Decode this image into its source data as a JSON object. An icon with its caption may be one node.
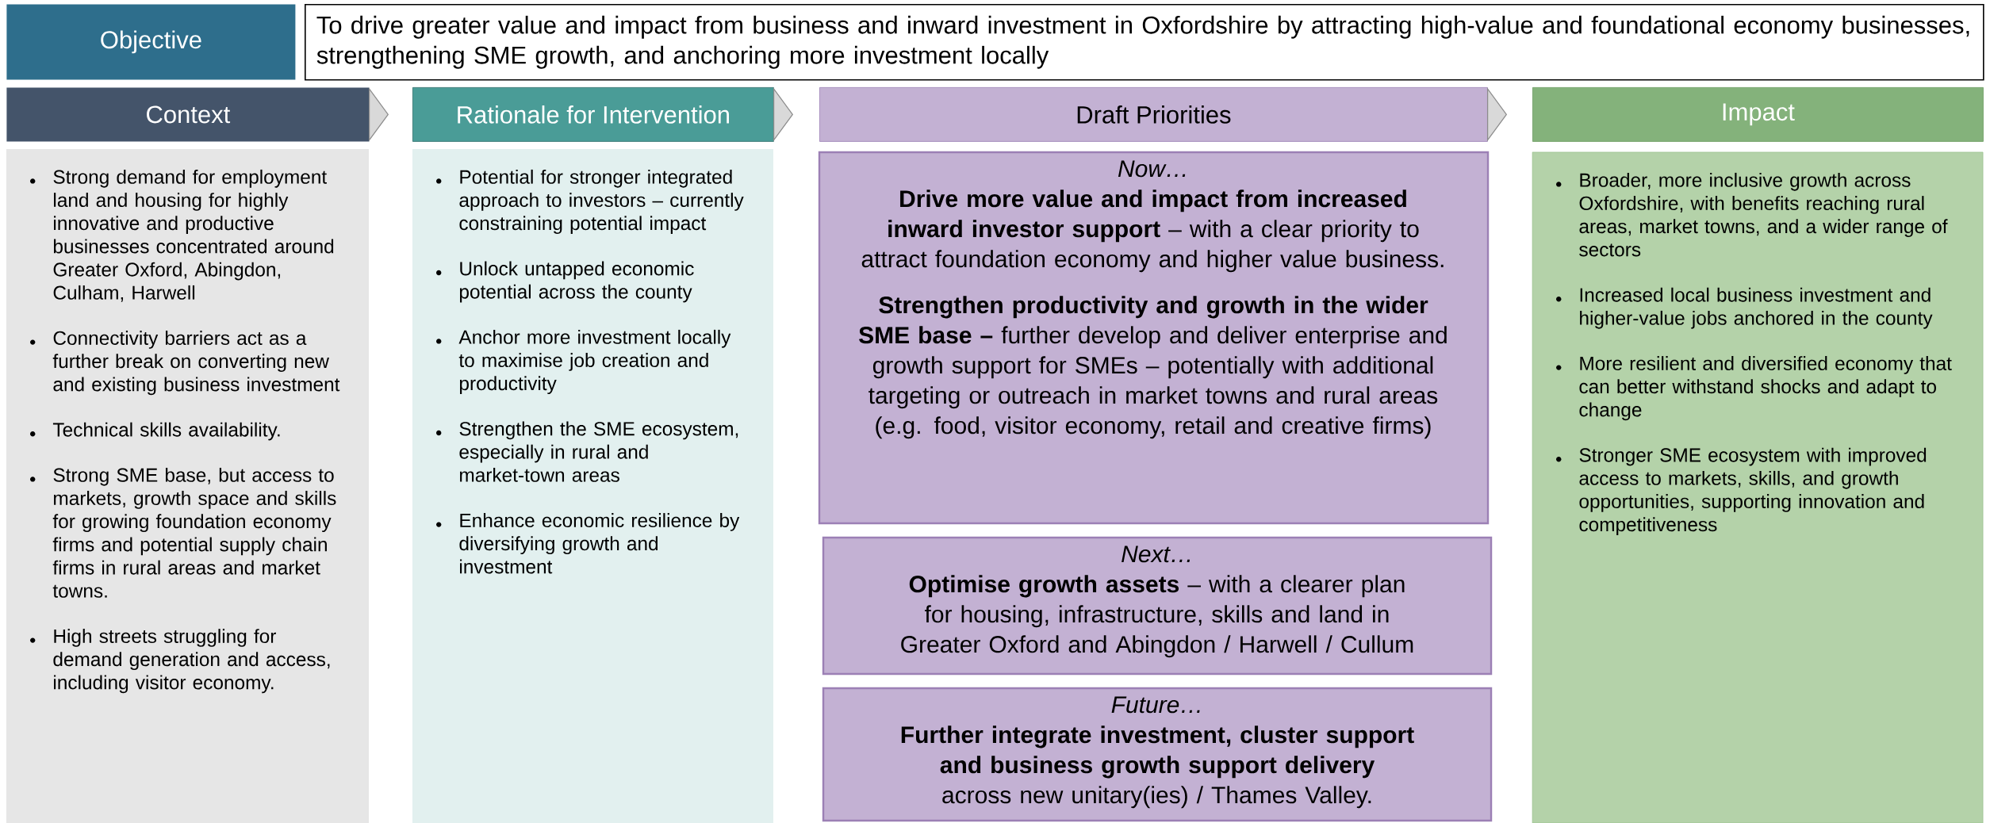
{
  "diagram": {
    "nodes": [
      {
        "text": [
          "Objective"
        ]
      },
      {
        "text": [
          "To drive greater value and impact from business and inward investment in Oxfordshire by attracting high-value and foundational economy businesses, strengthening SME growth, and anchoring more investment locally"
        ]
      },
      {
        "text": [
          "Context"
        ]
      },
      {
        "text": [
          "Strong demand for employment land and housing for highly innovative and productive businesses concentrated around Greater Oxford, Abingdon, Culham, Harwell",
          "Connectivity barriers act as a further break on converting new and existing business investment",
          "Technical skills availability.",
          "Strong SME base, but access to markets, growth space and skills for growing foundation economy firms and potential supply chain firms in rural areas and market towns.",
          "High streets struggling for demand generation and access, including visitor economy."
        ]
      },
      {
        "text": [
          "Rationale for Intervention"
        ]
      },
      {
        "text": [
          "Potential for stronger integrated approach to investors – currently constraining potential impact",
          "Unlock untapped economic potential across the county",
          "Anchor more investment locally to maximise job creation and productivity",
          "Strengthen the SME ecosystem, especially in rural and market-town areas",
          "Enhance economic resilience by diversifying growth and investment"
        ]
      },
      {
        "text": [
          "Draft Priorities"
        ]
      },
      {
        "text": [
          "Now…",
          "**Drive more value and impact from increased inward investor support** – with a clear priority to attract foundation economy and higher value business.",
          "**Strengthen productivity and growth in the wider SME base –** further develop and deliver enterprise and growth support for SMEs – potentially with additional targeting or outreach in market towns and rural areas (e.g. food, visitor economy, retail and creative firms)"
        ]
      },
      {
        "text": [
          "Next…",
          "**Optimise growth assets** – with a clearer plan for housing, infrastructure, skills and land in Greater Oxford and Abingdon / Harwell / Cullum"
        ]
      },
      {
        "text": [
          "Future…",
          "**Further integrate investment, cluster support and business growth support delivery** across new unitary(ies) / Thames Valley."
        ]
      },
      {
        "text": [
          "Impact"
        ]
      },
      {
        "text": [
          "Broader, more inclusive growth across Oxfordshire, with benefits reaching rural areas, market towns, and a wider range of sectors",
          "Increased local business investment and higher-value jobs anchored in the county",
          "More resilient and diversified economy that can better withstand shocks and adapt to change",
          "Stronger SME ecosystem with improved access to markets, skills, and growth opportunities, supporting innovation and competitiveness"
        ]
      }
    ],
    "edges": [
      {
        "from": 2,
        "to": 4,
        "arrow": "to"
      },
      {
        "from": 4,
        "to": 6,
        "arrow": "to"
      },
      {
        "from": 6,
        "to": 10,
        "arrow": "to"
      }
    ]
  }
}
